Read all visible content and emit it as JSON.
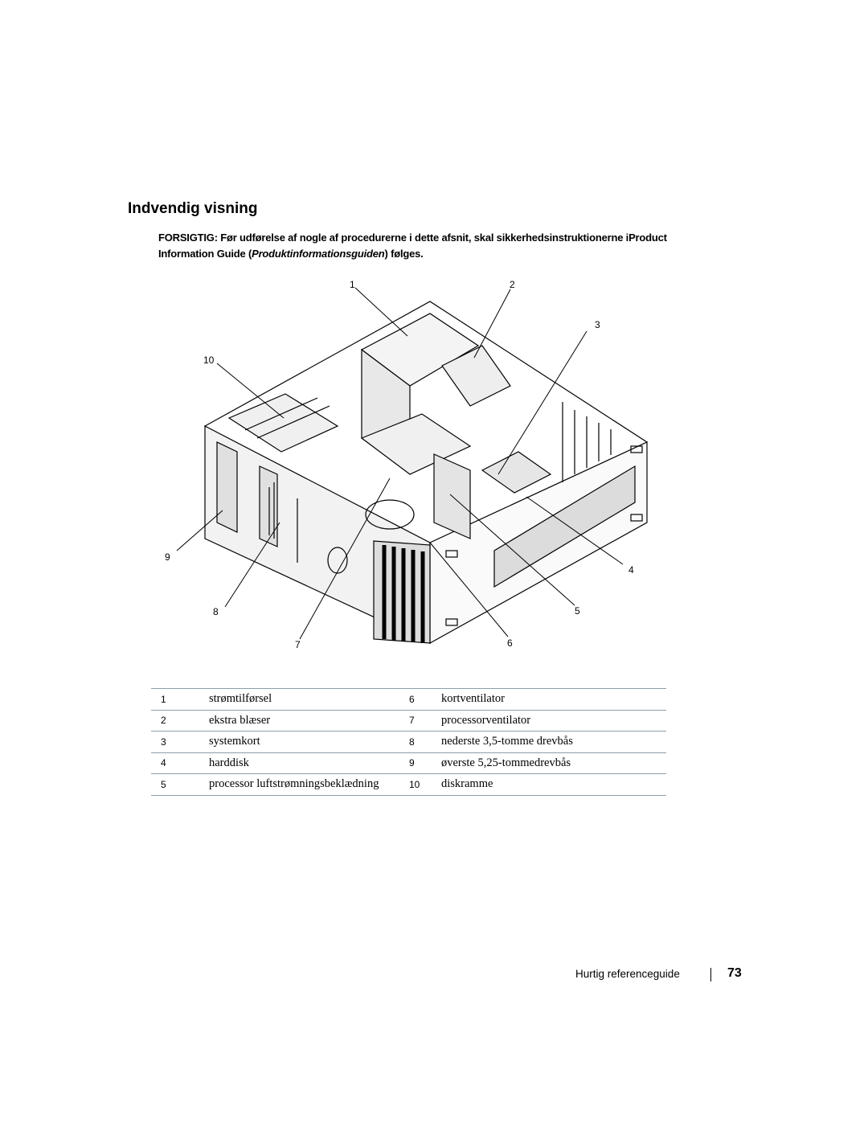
{
  "section_title": "Indvendig visning",
  "caution": {
    "label": "FORSIGTIG:",
    "text_before": " Før udførelse af nogle af procedurerne i dette afsnit, skal sikkerhedsinstruktionerne i",
    "guide_name": "Product Information Guide",
    "paren_open": " (",
    "guide_italic": "Produktinformationsguiden",
    "paren_close": ")",
    "text_after": " følges."
  },
  "figure": {
    "callouts": [
      "1",
      "2",
      "3",
      "4",
      "5",
      "6",
      "7",
      "8",
      "9",
      "10"
    ]
  },
  "legend": {
    "rows": [
      {
        "n1": "1",
        "t1": "strømtilførsel",
        "n2": "6",
        "t2": "kortventilator"
      },
      {
        "n1": "2",
        "t1": "ekstra blæser",
        "n2": "7",
        "t2": "processorventilator"
      },
      {
        "n1": "3",
        "t1": "systemkort",
        "n2": "8",
        "t2": "nederste 3,5-tomme drevbås"
      },
      {
        "n1": "4",
        "t1": "harddisk",
        "n2": "9",
        "t2": "øverste 5,25-tommedrevbås"
      },
      {
        "n1": "5",
        "t1": "processor luftstrømningsbeklædning",
        "n2": "10",
        "t2": "diskramme"
      }
    ]
  },
  "footer": {
    "label": "Hurtig referenceguide",
    "page_number": "73"
  }
}
